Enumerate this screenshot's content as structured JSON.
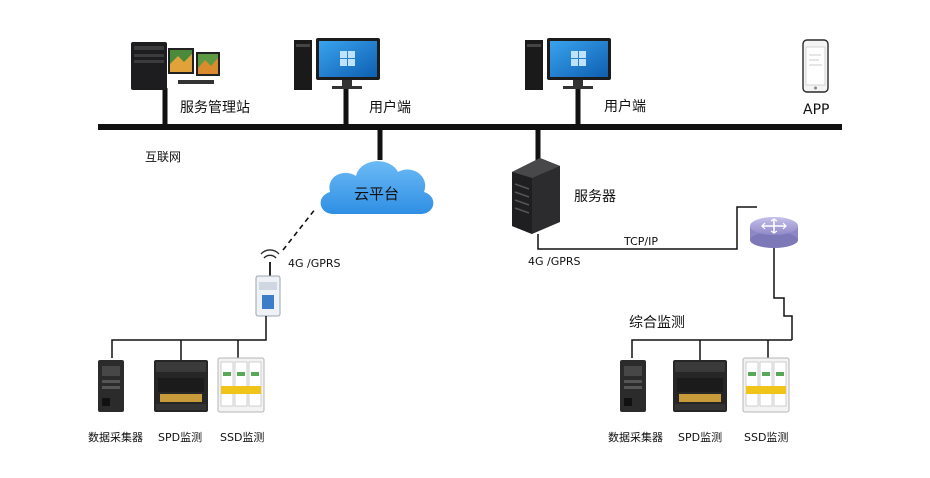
{
  "bus": {
    "internet_label": "互联网"
  },
  "nodes": {
    "management_station": "服务管理站",
    "user_terminal_1": "用户端",
    "user_terminal_2": "用户端",
    "app": "APP",
    "cloud": "云平台",
    "server": "服务器"
  },
  "links": {
    "left_wireless": "4G /GPRS",
    "right_wireless": "4G /GPRS",
    "tcp": "TCP/IP"
  },
  "monitoring": {
    "group_label": "综合监测",
    "left_devices": [
      "数据采集器",
      "SPD监测",
      "SSD监测"
    ],
    "right_devices": [
      "数据采集器",
      "SPD监测",
      "SSD监测"
    ]
  },
  "colors": {
    "line": "#111111",
    "cloud": "#3d9be9",
    "router": "#a7a3d6",
    "monitor_screen": "#1a7fd4"
  },
  "icons": {
    "management_station": "workstation-icon",
    "user_terminal": "desktop-pc-icon",
    "app": "smartphone-icon",
    "cloud": "cloud-icon",
    "server": "tower-server-icon",
    "router": "router-icon",
    "gateway": "dtu-gateway-icon",
    "collector": "data-collector-icon",
    "spd": "spd-monitor-icon",
    "ssd": "ssd-monitor-icon"
  }
}
